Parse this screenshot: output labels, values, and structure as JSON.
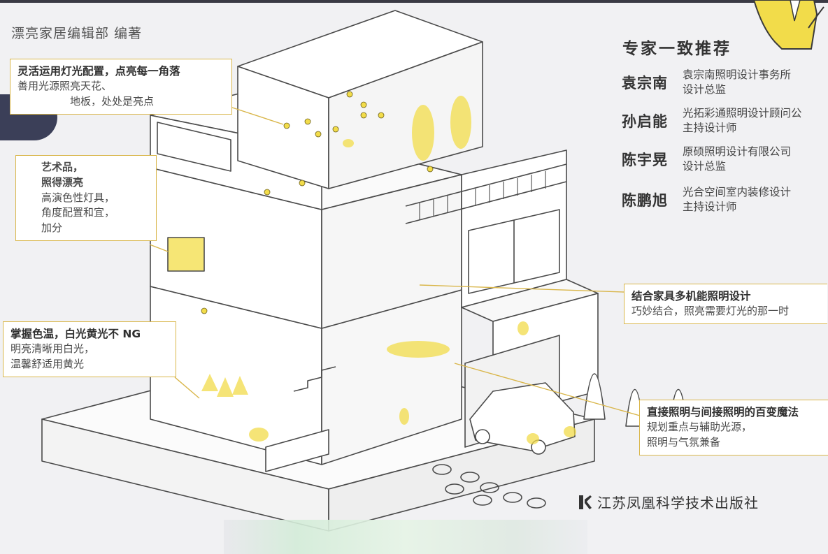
{
  "author": "漂亮家居编辑部 编著",
  "callouts": {
    "lighting": {
      "head": "灵活运用灯光配置，点亮每一角落",
      "lines": [
        "善用光源照亮天花、",
        "地板，处处是亮点"
      ]
    },
    "art": {
      "lines": [
        "艺术品，",
        "照得漂亮",
        "高演色性灯具，",
        "角度配置和宜，",
        "加分"
      ]
    },
    "furniture": {
      "head": "结合家具多机能照明设计",
      "lines": [
        "巧妙结合，照亮需要灯光的那一时"
      ]
    },
    "temperature": {
      "head": "掌握色温，白光黄光不 NG",
      "lines": [
        "明亮清晰用白光，",
        "温馨舒适用黄光"
      ]
    },
    "direct": {
      "head": "直接照明与间接照明的百变魔法",
      "lines": [
        "规划重点与辅助光源，",
        "照明与气氛兼备"
      ]
    }
  },
  "experts_title": "专家一致推荐",
  "experts": [
    {
      "name": "袁宗南",
      "org": "袁宗南照明设计事务所",
      "role": "设计总监"
    },
    {
      "name": "孙启能",
      "org": "光拓彩通照明设计顾问公",
      "role": "主持设计师"
    },
    {
      "name": "陈宇晃",
      "org": "原硕照明设计有限公司",
      "role": "设计总监"
    },
    {
      "name": "陈鹏旭",
      "org": "光合空间室内装修设计",
      "role": "主持设计师"
    }
  ],
  "publisher": "江苏凤凰科学技术出版社",
  "colors": {
    "accent": "#f2dc4a",
    "line": "#4a4a4a",
    "callout_border": "#d9b64a",
    "tab": "#3b3f58"
  }
}
